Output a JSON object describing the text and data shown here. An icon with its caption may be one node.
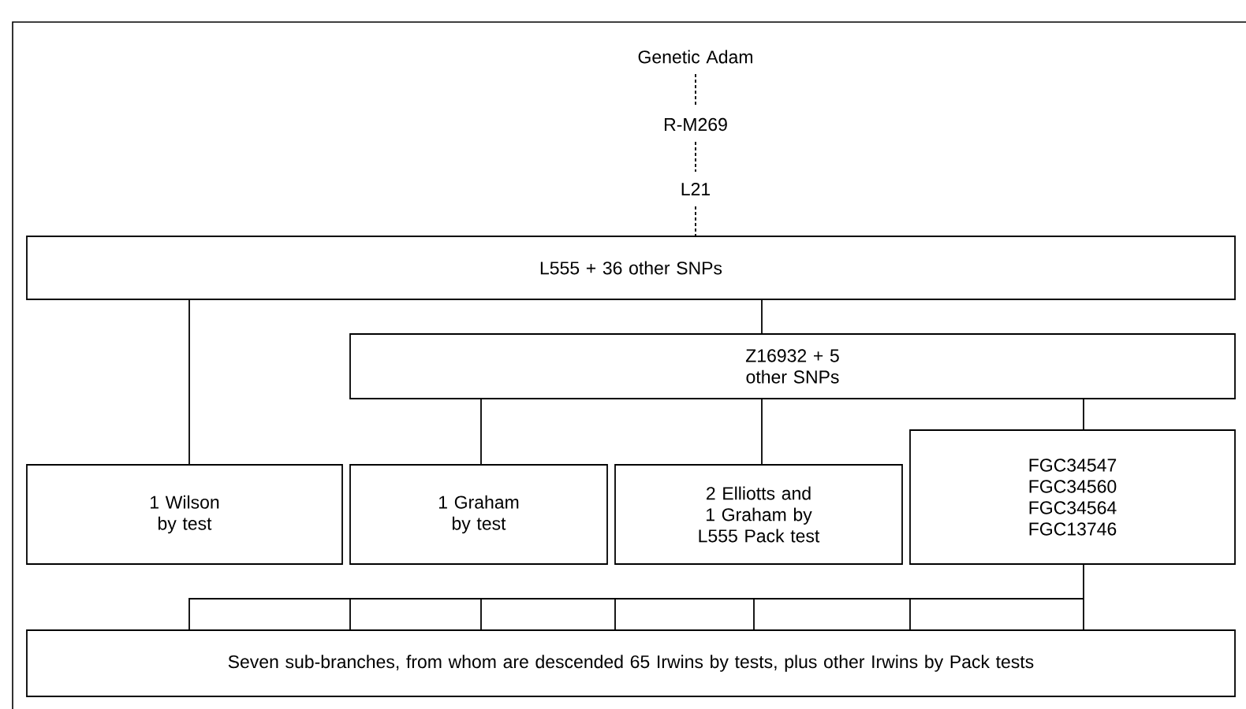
{
  "diagram": {
    "nodes": [
      {
        "text": [
          "Genetic Adam"
        ]
      },
      {
        "text": [
          "R-M269"
        ]
      },
      {
        "text": [
          "L21"
        ]
      },
      {
        "text": [
          "L555 + 36 other SNPs"
        ]
      },
      {
        "text": [
          "Z16932 + 5 other SNPs"
        ]
      },
      {
        "text": [
          "1 Wilson by test"
        ]
      },
      {
        "text": [
          "1 Graham by test"
        ]
      },
      {
        "text": [
          "2 Elliotts and 1 Graham by L555 Pack test"
        ]
      },
      {
        "text": [
          "FGC34547 FGC34560 FGC34564 FGC13746"
        ]
      },
      {
        "text": [
          "Seven sub-branches, from whom are descended 65 Irwins by tests, plus other Irwins by Pack tests"
        ]
      }
    ],
    "edges": [
      {
        "from": 0,
        "to": 1,
        "arrow": "none",
        "style": "dashed"
      },
      {
        "from": 1,
        "to": 2,
        "arrow": "none",
        "style": "dashed"
      },
      {
        "from": 2,
        "to": 3,
        "arrow": "none",
        "style": "dashed"
      },
      {
        "from": 3,
        "to": 5,
        "arrow": "none"
      },
      {
        "from": 3,
        "to": 4,
        "arrow": "none"
      },
      {
        "from": 4,
        "to": 6,
        "arrow": "none"
      },
      {
        "from": 4,
        "to": 7,
        "arrow": "none"
      },
      {
        "from": 4,
        "to": 8,
        "arrow": "none"
      },
      {
        "from": 8,
        "to": 9,
        "arrow": "none"
      }
    ]
  }
}
